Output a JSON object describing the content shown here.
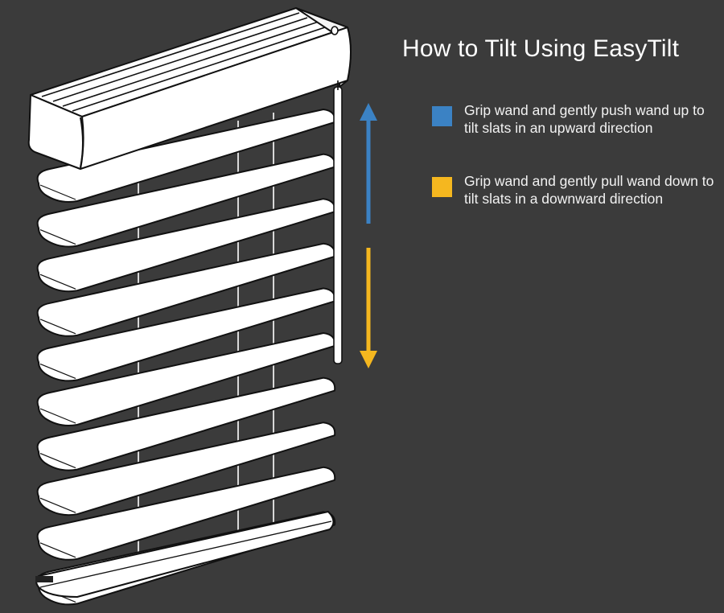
{
  "title": "How to Tilt Using EasyTilt",
  "legend": [
    {
      "text": "Grip wand and gently push wand up to tilt slats in an upward direction",
      "color": "#3b82c4",
      "arrow": "up"
    },
    {
      "text": "Grip wand and gently pull wand down to tilt slats in a downward direction",
      "color": "#f5b71f",
      "arrow": "down"
    }
  ],
  "slat_count": 10
}
